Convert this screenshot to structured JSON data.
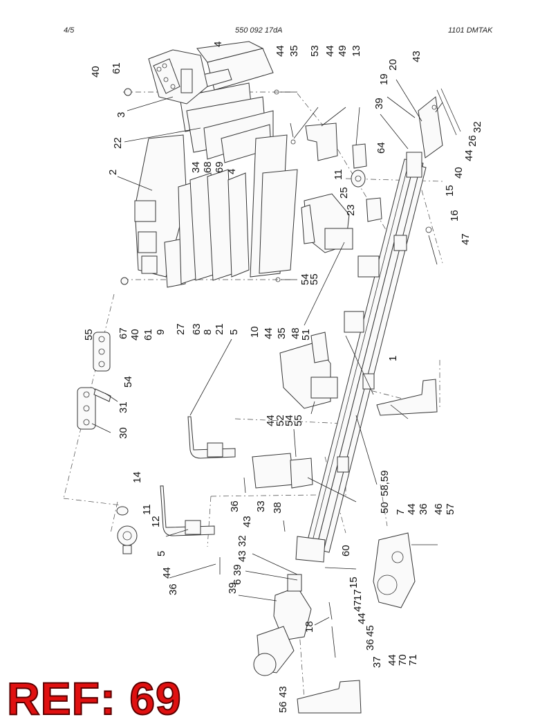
{
  "header": {
    "left": "4/5",
    "center": "550 092 17dA",
    "right": "1101   DMTAK"
  },
  "callouts": [
    {
      "id": "c-4a",
      "text": "4"
    },
    {
      "id": "c-44a",
      "text": "44"
    },
    {
      "id": "c-35a",
      "text": "35"
    },
    {
      "id": "c-53",
      "text": "53"
    },
    {
      "id": "c-44b",
      "text": "44"
    },
    {
      "id": "c-49",
      "text": "49"
    },
    {
      "id": "c-13",
      "text": "13"
    },
    {
      "id": "c-43a",
      "text": "43"
    },
    {
      "id": "c-20",
      "text": "20"
    },
    {
      "id": "c-19",
      "text": "19"
    },
    {
      "id": "c-39a",
      "text": "39"
    },
    {
      "id": "c-32a",
      "text": "32"
    },
    {
      "id": "c-26",
      "text": "26"
    },
    {
      "id": "c-44c",
      "text": "44"
    },
    {
      "id": "c-40a",
      "text": "40"
    },
    {
      "id": "c-61a",
      "text": "61"
    },
    {
      "id": "c-3",
      "text": "3"
    },
    {
      "id": "c-22",
      "text": "22"
    },
    {
      "id": "c-34",
      "text": "34"
    },
    {
      "id": "c-68",
      "text": "68"
    },
    {
      "id": "c-69",
      "text": "69"
    },
    {
      "id": "c-4b",
      "text": "4"
    },
    {
      "id": "c-64",
      "text": "64"
    },
    {
      "id": "c-11a",
      "text": "11"
    },
    {
      "id": "c-25",
      "text": "25"
    },
    {
      "id": "c-23",
      "text": "23"
    },
    {
      "id": "c-40b",
      "text": "40"
    },
    {
      "id": "c-15a",
      "text": "15"
    },
    {
      "id": "c-16",
      "text": "16"
    },
    {
      "id": "c-47",
      "text": "47"
    },
    {
      "id": "c-2",
      "text": "2"
    },
    {
      "id": "c-54a",
      "text": "54"
    },
    {
      "id": "c-55a",
      "text": "55"
    },
    {
      "id": "c-55b",
      "text": "55"
    },
    {
      "id": "c-67",
      "text": "67"
    },
    {
      "id": "c-40c",
      "text": "40"
    },
    {
      "id": "c-61b",
      "text": "61"
    },
    {
      "id": "c-9",
      "text": "9"
    },
    {
      "id": "c-27",
      "text": "27"
    },
    {
      "id": "c-63",
      "text": "63"
    },
    {
      "id": "c-8",
      "text": "8"
    },
    {
      "id": "c-21",
      "text": "21"
    },
    {
      "id": "c-5a",
      "text": "5"
    },
    {
      "id": "c-10",
      "text": "10"
    },
    {
      "id": "c-44d",
      "text": "44"
    },
    {
      "id": "c-35b",
      "text": "35"
    },
    {
      "id": "c-48",
      "text": "48"
    },
    {
      "id": "c-51",
      "text": "51"
    },
    {
      "id": "c-1",
      "text": "1"
    },
    {
      "id": "c-54b",
      "text": "54"
    },
    {
      "id": "c-31",
      "text": "31"
    },
    {
      "id": "c-30",
      "text": "30"
    },
    {
      "id": "c-44e",
      "text": "44"
    },
    {
      "id": "c-52",
      "text": "52"
    },
    {
      "id": "c-54c",
      "text": "54"
    },
    {
      "id": "c-55c",
      "text": "55"
    },
    {
      "id": "c-14",
      "text": "14"
    },
    {
      "id": "c-11b",
      "text": "11"
    },
    {
      "id": "c-12",
      "text": "12"
    },
    {
      "id": "c-36a",
      "text": "36"
    },
    {
      "id": "c-33",
      "text": "33"
    },
    {
      "id": "c-38",
      "text": "38"
    },
    {
      "id": "c-43b",
      "text": "43"
    },
    {
      "id": "c-32b",
      "text": "32"
    },
    {
      "id": "c-43c",
      "text": "43"
    },
    {
      "id": "c-39b",
      "text": "39"
    },
    {
      "id": "c-6",
      "text": "6"
    },
    {
      "id": "c-39c",
      "text": "39"
    },
    {
      "id": "c-5b",
      "text": "5"
    },
    {
      "id": "c-44f",
      "text": "44"
    },
    {
      "id": "c-36b",
      "text": "36"
    },
    {
      "id": "c-58",
      "text": "58,59"
    },
    {
      "id": "c-50",
      "text": "50"
    },
    {
      "id": "c-57",
      "text": "57"
    },
    {
      "id": "c-46",
      "text": "46"
    },
    {
      "id": "c-36c",
      "text": "36"
    },
    {
      "id": "c-44g",
      "text": "44"
    },
    {
      "id": "c-7",
      "text": "7"
    },
    {
      "id": "c-60",
      "text": "60"
    },
    {
      "id": "c-15b",
      "text": "15"
    },
    {
      "id": "c-17",
      "text": "17"
    },
    {
      "id": "c-47b",
      "text": "47"
    },
    {
      "id": "c-44h",
      "text": "44"
    },
    {
      "id": "c-45",
      "text": "45"
    },
    {
      "id": "c-36d",
      "text": "36"
    },
    {
      "id": "c-18",
      "text": "18"
    },
    {
      "id": "c-37",
      "text": "37"
    },
    {
      "id": "c-44i",
      "text": "44"
    },
    {
      "id": "c-70",
      "text": "70"
    },
    {
      "id": "c-71",
      "text": "71"
    },
    {
      "id": "c-43d",
      "text": "43"
    },
    {
      "id": "c-56",
      "text": "56"
    }
  ],
  "badge": {
    "text": "REF: 69",
    "color": "#e01010"
  }
}
